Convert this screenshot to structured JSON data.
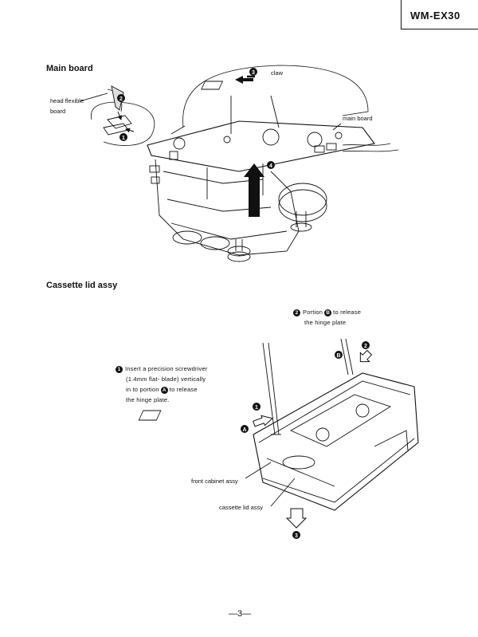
{
  "header": {
    "model": "WM-EX30"
  },
  "main_board": {
    "title": "Main board",
    "labels": {
      "head_flexible_line1": "head flexible",
      "head_flexible_line2": "board",
      "claw": "claw",
      "main_board": "main board"
    },
    "step_markers": [
      "1",
      "2",
      "3",
      "4"
    ]
  },
  "cassette_lid": {
    "title": "Cassette lid assy",
    "step1": {
      "number": "1",
      "line1": "Insert a precision screwdriver",
      "line2": "(1.4mm flat- blade) vertically",
      "line3_pre": "in to portion",
      "line3_ref": "A",
      "line3_post": "to release",
      "line4": "the hinge plate."
    },
    "step2": {
      "number": "2",
      "line1_pre": "Portion",
      "line1_ref": "B",
      "line1_post": "to release",
      "line2": "the hinge plate"
    },
    "labels": {
      "front_cabinet": "front cabinet assy",
      "cassette_lid": "cassette lid assy"
    },
    "markers": {
      "A": "A",
      "B": "B",
      "step1": "1",
      "step2": "2",
      "step3": "3"
    }
  },
  "footer": {
    "page": "—3—"
  }
}
